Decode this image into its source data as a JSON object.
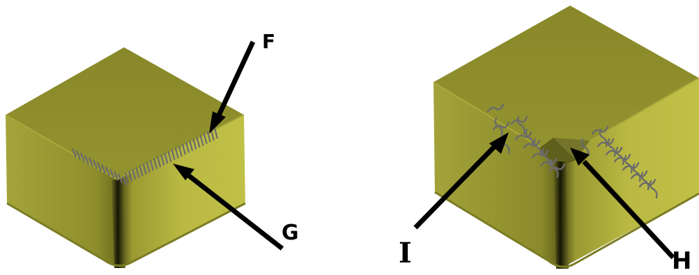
{
  "labels": {
    "f": "F",
    "g": "G",
    "h": "H",
    "i": "I"
  },
  "colors": {
    "top_face": "#8b8b2b",
    "left_face": "#9c9c35",
    "right_face": "#b8b840",
    "edge_shadow": "#2e2e0e",
    "crack": "#6f6f6f",
    "arrow": "#000000",
    "background": "#ffffff"
  },
  "figures": [
    {
      "name": "left-cube",
      "feature": "straight-crack-lines"
    },
    {
      "name": "right-cube",
      "feature": "curved-cracks-and-chipped-corner"
    }
  ]
}
